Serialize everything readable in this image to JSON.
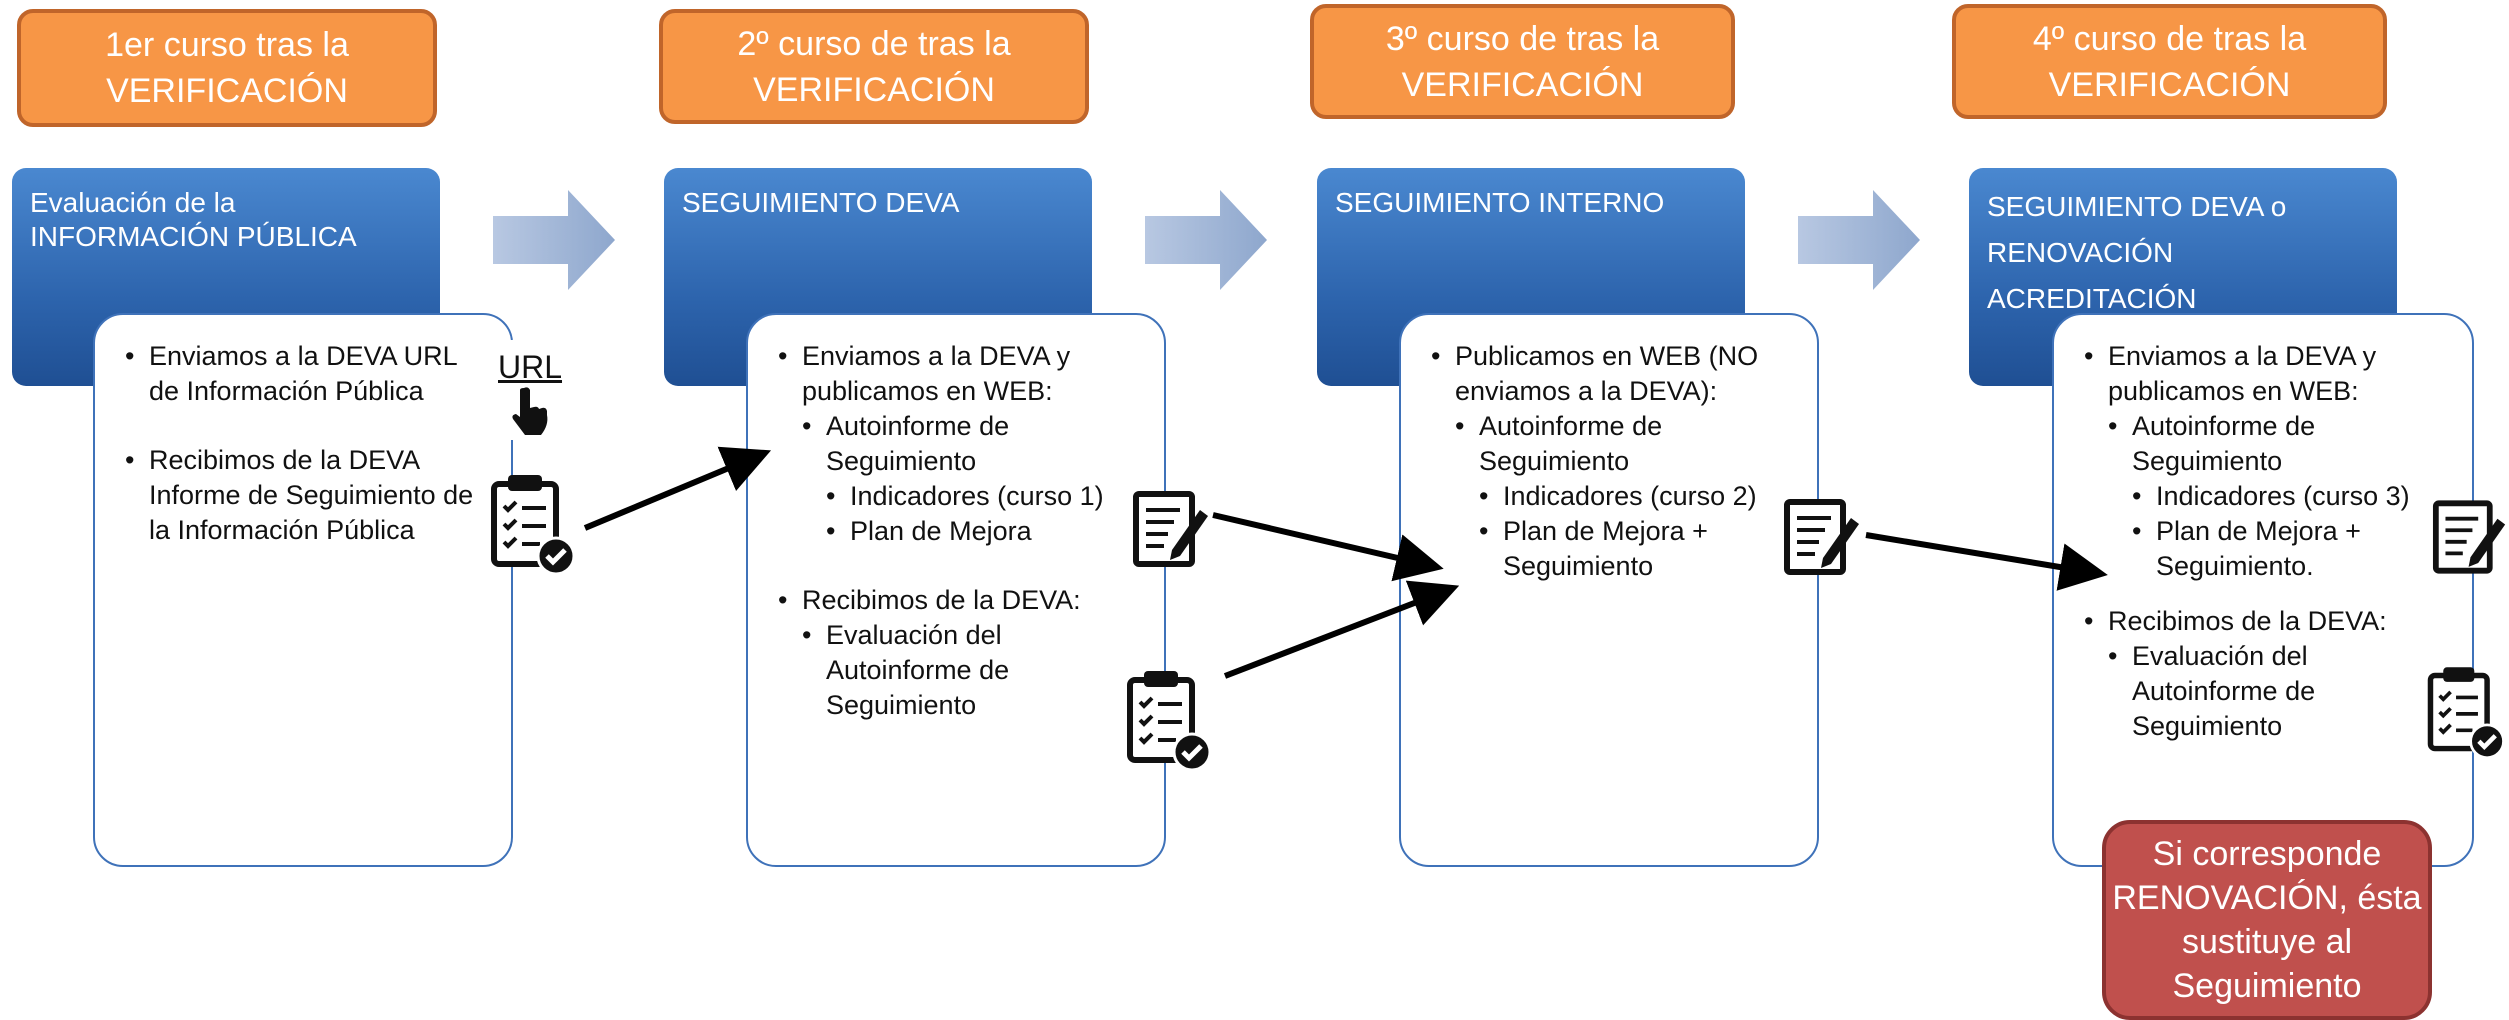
{
  "headers": [
    "1er curso tras la\nVERIFICACIÓN",
    "2º curso de tras la\nVERIFICACIÓN",
    "3º curso de tras la\nVERIFICACIÓN",
    "4º curso de tras la\nVERIFICACIÓN"
  ],
  "stages": [
    {
      "title": "Evaluación de la\nINFORMACIÓN PÚBLICA",
      "items": [
        "Enviamos a la DEVA URL de Información Pública",
        "Recibimos de la DEVA Informe de Seguimiento de la Información Pública"
      ],
      "url_icon_label": "URL"
    },
    {
      "title": "SEGUIMIENTO DEVA",
      "sent_intro": "Enviamos a la DEVA y publicamos en WEB:",
      "report": "Autoinforme de Seguimiento",
      "indicators": "Indicadores (curso 1)",
      "plan": "Plan de Mejora",
      "received_intro": "Recibimos de la DEVA:",
      "evaluation": "Evaluación  del Autoinforme de Seguimiento"
    },
    {
      "title": "SEGUIMIENTO INTERNO",
      "sent_intro": "Publicamos en WEB (NO enviamos a la DEVA):",
      "report": "Autoinforme de Seguimiento",
      "indicators": "Indicadores (curso 2)",
      "plan": "Plan de Mejora + Seguimiento"
    },
    {
      "title": "SEGUIMIENTO DEVA o\nRENOVACIÓN ACREDITACIÓN",
      "sent_intro": "Enviamos a la DEVA y publicamos en WEB:",
      "report": "Autoinforme de Seguimiento",
      "indicators": "Indicadores (curso 3)",
      "plan": "Plan de Mejora + Seguimiento.",
      "received_intro": "Recibimos de la DEVA:",
      "evaluation": "Evaluación  del Autoinforme de Seguimiento"
    }
  ],
  "renovation_note": "Si corresponde RENOVACIÓN, ésta sustituye al Seguimiento",
  "colors": {
    "header": "#f79646",
    "stage": "#2d64ad",
    "card_border": "#3f72b9",
    "renovation": "#c0504d",
    "arrow": "#8ea7cd"
  },
  "icons": [
    "url-click-icon",
    "clipboard-check-icon",
    "document-edit-icon"
  ]
}
